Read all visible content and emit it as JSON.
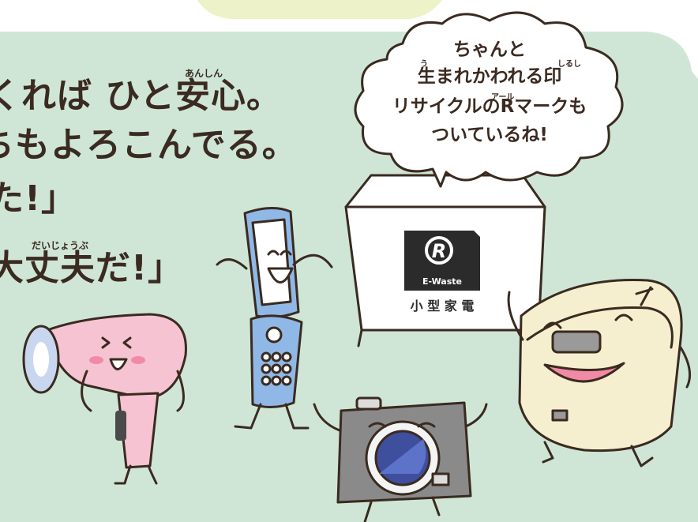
{
  "colors": {
    "panel_green": "#cfe6d6",
    "top_tab_yellow": "#eef2c8",
    "ink": "#3a2a20",
    "dryer_pink": "#f6c3d2",
    "phone_blue": "#8fb8e6",
    "camera_gray": "#8a8a8a",
    "cooker_cream": "#f6efcf",
    "mark_black": "#2b2b2b"
  },
  "narration": {
    "line1": "くれば ひと安心。",
    "line1_ruby": "あんしん",
    "line2": "ちもよろこんでる。",
    "line3": "た!」",
    "line4": "大丈夫だ!」",
    "line4_ruby": "だいじょうぶ"
  },
  "bubble": {
    "line1": "ちゃんと",
    "line2": "生まれかわれる印",
    "line2_ruby_left": "う",
    "line2_ruby_right": "しるし",
    "line3": "リサイクルのRマークも",
    "line3_ruby": "アール",
    "line4": "ついているね!"
  },
  "mark": {
    "logo_letter": "R",
    "logo_caption": "E-Waste",
    "label": "小 型 家 電"
  },
  "icons": {
    "dryer": "hair-dryer-character-icon",
    "phone": "flip-phone-character-icon",
    "camera": "camera-character-icon",
    "cooker": "rice-cooker-character-icon",
    "box": "collection-box-icon"
  }
}
